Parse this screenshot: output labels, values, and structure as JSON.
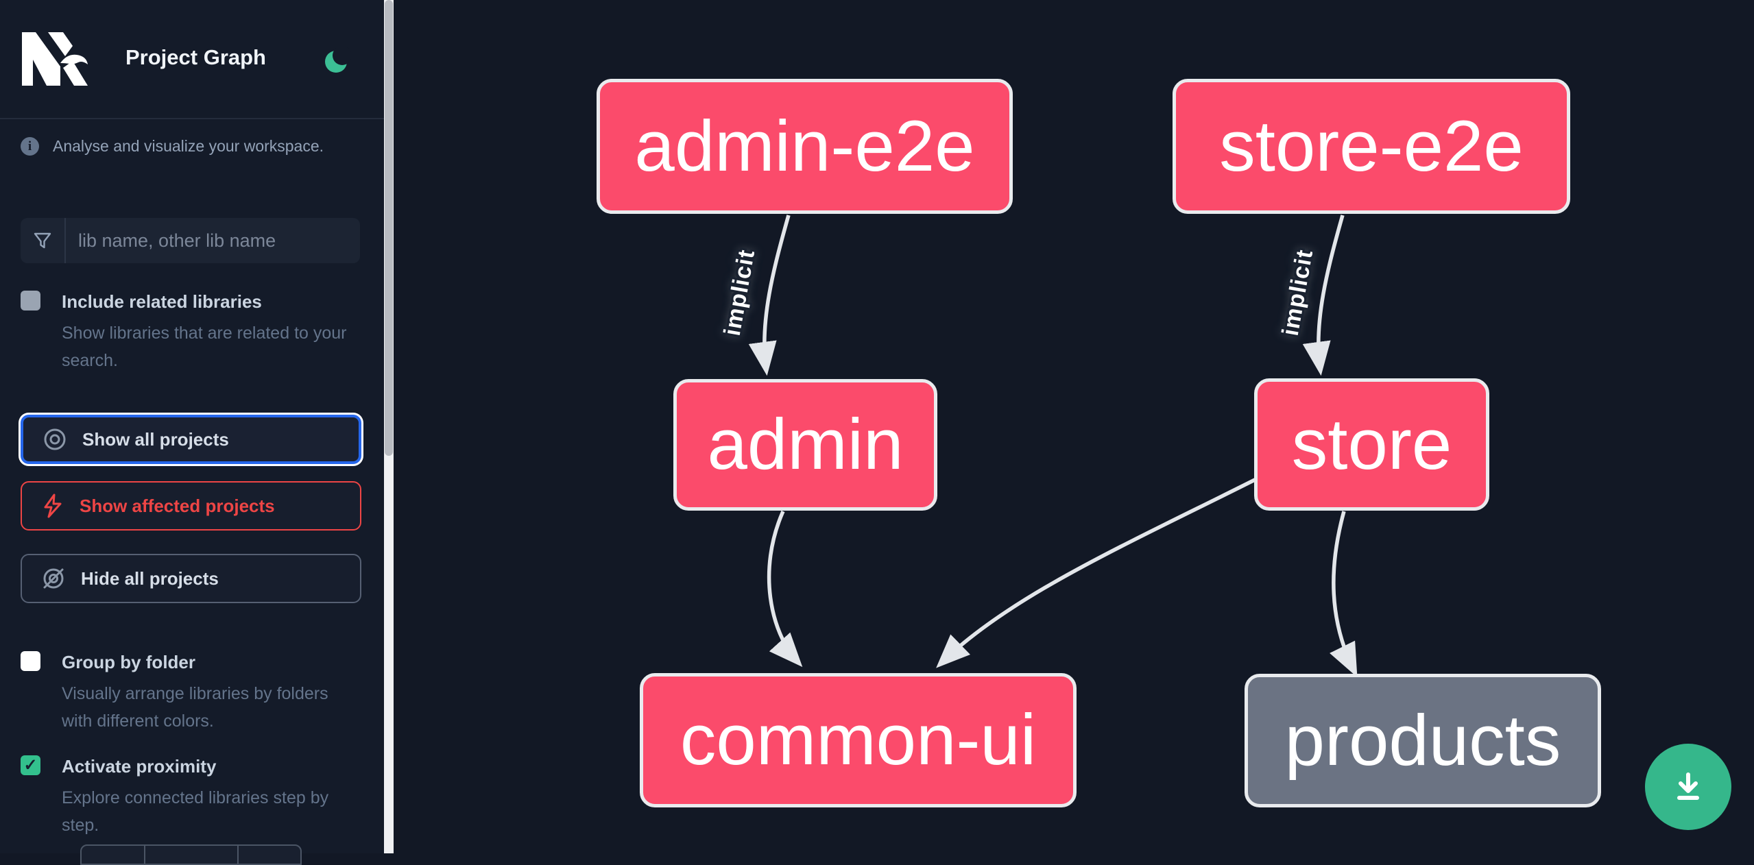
{
  "header": {
    "logo_text": "Nx",
    "title": "Project Graph",
    "theme_icon": "moon-icon"
  },
  "sidebar": {
    "info_text": "Analyse and visualize your workspace.",
    "search": {
      "placeholder": "lib name, other lib name",
      "value": ""
    },
    "toggles": [
      {
        "label": "Include related libraries",
        "description": "Show libraries that are related to your search.",
        "checked": false,
        "style": "gray"
      },
      {
        "label": "Group by folder",
        "description": "Visually arrange libraries by folders with different colors.",
        "checked": false,
        "style": "white"
      },
      {
        "label": "Activate proximity",
        "description": "Explore connected libraries step by step.",
        "checked": true,
        "style": "green"
      }
    ],
    "buttons": {
      "show_all": "Show all projects",
      "show_affected": "Show affected projects",
      "hide_all": "Hide all projects"
    }
  },
  "graph": {
    "nodes": [
      {
        "id": "admin-e2e",
        "label": "admin-e2e",
        "type": "affected"
      },
      {
        "id": "store-e2e",
        "label": "store-e2e",
        "type": "affected"
      },
      {
        "id": "admin",
        "label": "admin",
        "type": "affected"
      },
      {
        "id": "store",
        "label": "store",
        "type": "affected"
      },
      {
        "id": "common-ui",
        "label": "common-ui",
        "type": "affected"
      },
      {
        "id": "products",
        "label": "products",
        "type": "unaffected"
      }
    ],
    "edges": [
      {
        "from": "admin-e2e",
        "to": "admin",
        "label": "implicit"
      },
      {
        "from": "store-e2e",
        "to": "store",
        "label": "implicit"
      },
      {
        "from": "admin",
        "to": "common-ui",
        "label": ""
      },
      {
        "from": "store",
        "to": "common-ui",
        "label": ""
      },
      {
        "from": "store",
        "to": "products",
        "label": ""
      }
    ]
  },
  "colors": {
    "background": "#121825",
    "sidebar_bg": "#141b29",
    "affected_node": "#fb4b6b",
    "unaffected_node": "#6b7383",
    "node_border": "#e9ebee",
    "edge": "#e3e6ea",
    "accent_green": "#35b78b",
    "focus_blue": "#2566eb",
    "danger_red": "#ee4545"
  }
}
